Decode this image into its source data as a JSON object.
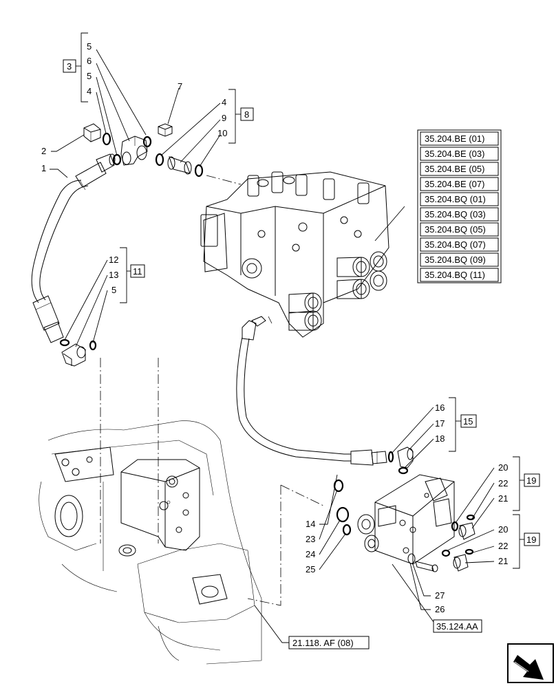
{
  "callouts": {
    "c1": "1",
    "c2": "2",
    "c3": "3",
    "c4a": "4",
    "c5a": "5",
    "c5b": "5",
    "c6": "6",
    "c7": "7",
    "c4b": "4",
    "c9": "9",
    "c10": "10",
    "c8": "8",
    "c12": "12",
    "c13": "13",
    "c5c": "5",
    "c11": "11",
    "c16": "16",
    "c17": "17",
    "c18": "18",
    "c15": "15",
    "c14": "14",
    "c23": "23",
    "c24": "24",
    "c25": "25",
    "c20a": "20",
    "c22a": "22",
    "c21a": "21",
    "c19a": "19",
    "c20b": "20",
    "c22b": "22",
    "c21b": "21",
    "c19b": "19",
    "c27": "27",
    "c26": "26"
  },
  "references": [
    "35.204.BE (01)",
    "35.204.BE (03)",
    "35.204.BE (05)",
    "35.204.BE (07)",
    "35.204.BQ (01)",
    "35.204.BQ (03)",
    "35.204.BQ (05)",
    "35.204.BQ (07)",
    "35.204.BQ (09)",
    "35.204.BQ (11)"
  ],
  "ref_bottom_1": "35.124.AA",
  "ref_bottom_2": "21.118. AF (08)",
  "nav_icon": "next-page-arrow-icon"
}
